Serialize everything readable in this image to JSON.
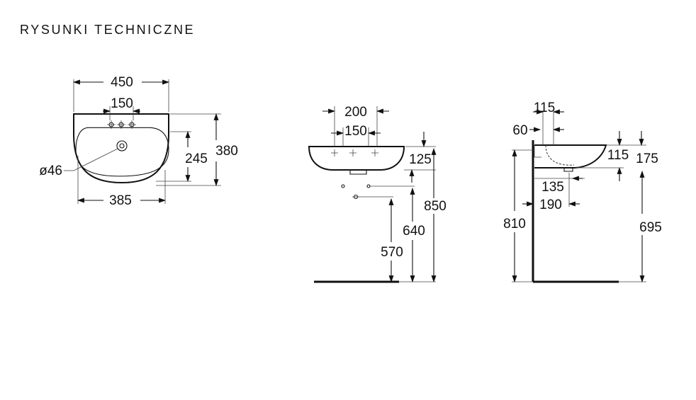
{
  "title": "RYSUNKI TECHNICZNE",
  "top_view": {
    "width": "450",
    "tap_spacing": "150",
    "depth": "380",
    "bowl_depth": "245",
    "bowl_width": "385",
    "hole_diameter": "ø46"
  },
  "front_view": {
    "width_200": "200",
    "tap_spacing": "150",
    "rim_height": "125",
    "total_height": "850",
    "height_640": "640",
    "height_570": "570"
  },
  "side_view": {
    "dim_115_top": "115",
    "dim_60": "60",
    "dim_115_right": "115",
    "dim_175": "175",
    "dim_135": "135",
    "dim_190": "190",
    "height_810": "810",
    "height_695": "695"
  }
}
